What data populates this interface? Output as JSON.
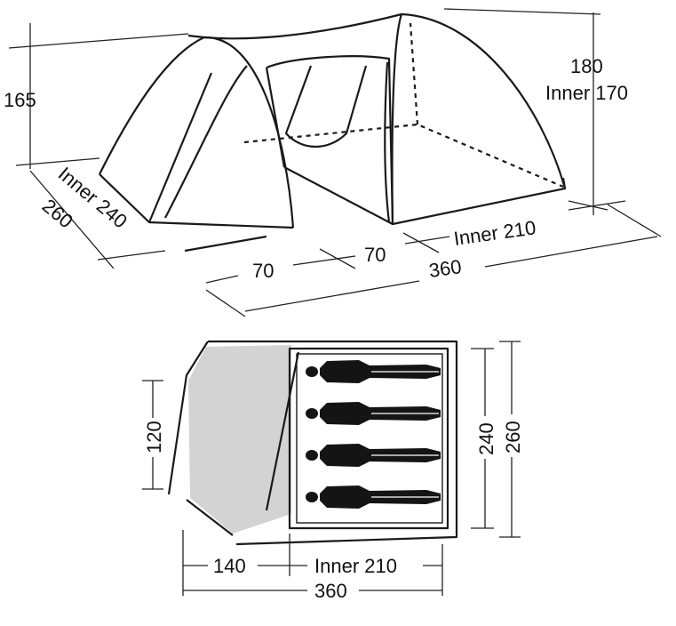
{
  "perspective": {
    "height_outer": "165",
    "height_inner": "180",
    "height_inner_label": "Inner 170",
    "depth_inner": "Inner 240",
    "depth_outer": "260",
    "porch_front": "70",
    "porch_side": "70",
    "inner_length": "Inner 210",
    "total_length": "360"
  },
  "floorplan": {
    "porch_width": "120",
    "inner_width": "240",
    "outer_width": "260",
    "porch_length": "140",
    "inner_length": "Inner 210",
    "total_length": "360",
    "sleeping_capacity": 4
  },
  "colors": {
    "line": "#1a1a1a",
    "porch_fill": "#d3d3d3",
    "person": "#141414"
  }
}
